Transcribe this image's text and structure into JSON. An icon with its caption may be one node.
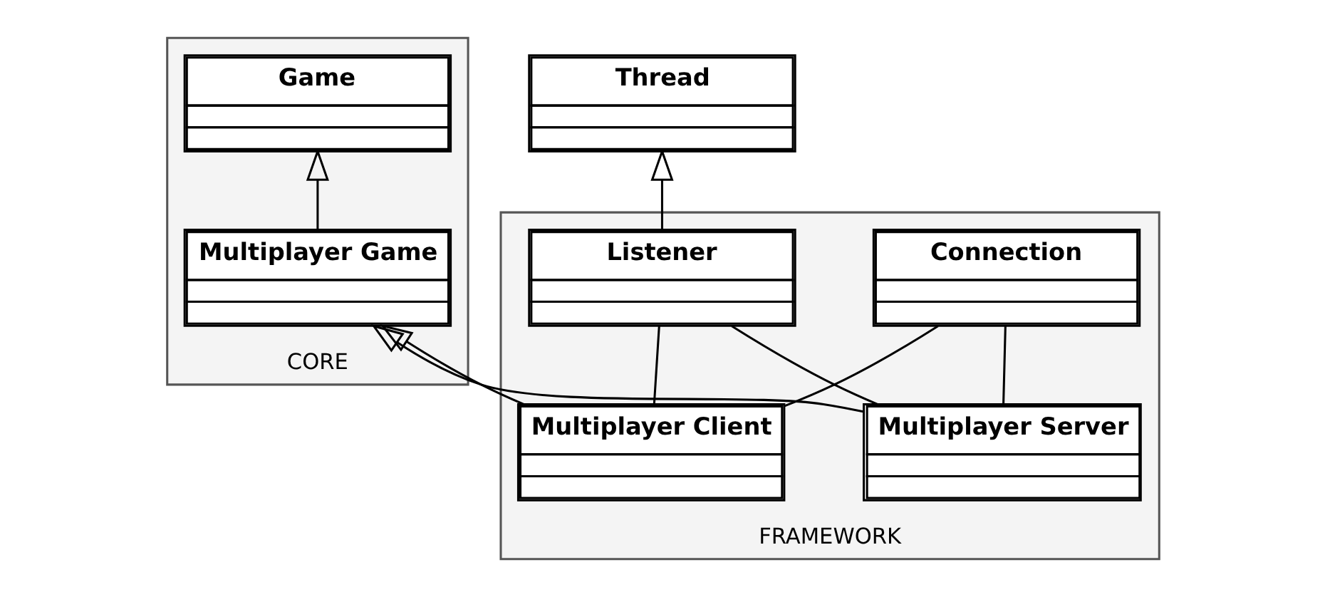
{
  "diagram": {
    "nodes": [
      {
        "text": [
          "CORE"
        ]
      },
      {
        "text": [
          "Game"
        ],
        "in": 0
      },
      {
        "text": [
          "Multiplayer Game"
        ],
        "in": 0
      },
      {
        "text": [
          "Thread"
        ]
      },
      {
        "text": [
          "FRAMEWORK"
        ]
      },
      {
        "text": [
          "Multiplayer Server"
        ],
        "in": 4
      },
      {
        "text": [
          "Listener"
        ],
        "in": 4
      },
      {
        "text": [
          "Connection"
        ],
        "in": 4
      },
      {
        "text": [
          "Multiplayer Client"
        ],
        "in": 4
      }
    ],
    "edges": [
      {
        "from": 2,
        "to": 1,
        "arrow": "to"
      },
      {
        "from": 5,
        "to": 2,
        "arrow": "to"
      },
      {
        "from": 8,
        "to": 2,
        "arrow": "to"
      },
      {
        "from": 6,
        "to": 3,
        "arrow": "to"
      },
      {
        "from": 5,
        "to": 6,
        "arrow": "none"
      },
      {
        "from": 5,
        "to": 7,
        "arrow": "none"
      },
      {
        "from": 8,
        "to": 7,
        "arrow": "none"
      },
      {
        "from": 8,
        "to": 6,
        "arrow": "none"
      }
    ]
  }
}
